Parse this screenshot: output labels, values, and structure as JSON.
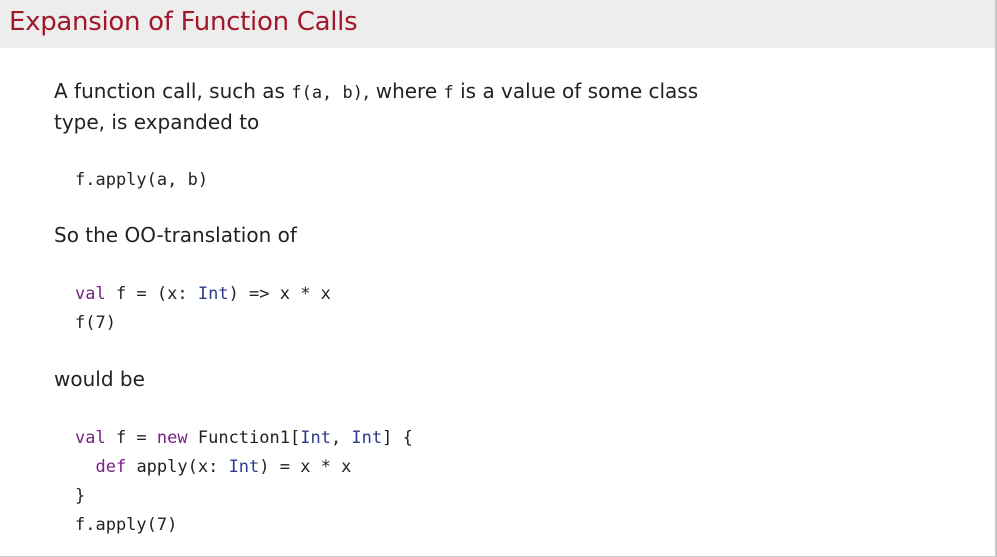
{
  "slide": {
    "title": "Expansion of Function Calls",
    "intro": {
      "t1": "A function call, such as ",
      "c1": "f(a, b)",
      "t2": ", where ",
      "c2": "f",
      "t3": " is a value of some class",
      "line2": "type, is expanded to"
    },
    "expanded_call": "f.apply(a, b)",
    "translation_intro": "So the OO-translation of",
    "example": {
      "l1_kw": "val",
      "l1_a": " f = (x: ",
      "l1_ty": "Int",
      "l1_b": ") => x * x",
      "l2": "f(7)"
    },
    "would_be": "would be",
    "translation": {
      "l1_kw1": "val",
      "l1_a": " f = ",
      "l1_kw2": "new",
      "l1_b": " Function1[",
      "l1_ty1": "Int",
      "l1_c": ", ",
      "l1_ty2": "Int",
      "l1_d": "] {",
      "l2_kw": "def",
      "l2_a": " apply(x: ",
      "l2_ty": "Int",
      "l2_b": ") = x * x",
      "l3": "}",
      "l4": "f.apply(7)"
    }
  },
  "colors": {
    "title": "#a1182a",
    "title_bar": "#ededed",
    "keyword": "#7a1f87",
    "type": "#2b3a8f",
    "text": "#222222"
  }
}
